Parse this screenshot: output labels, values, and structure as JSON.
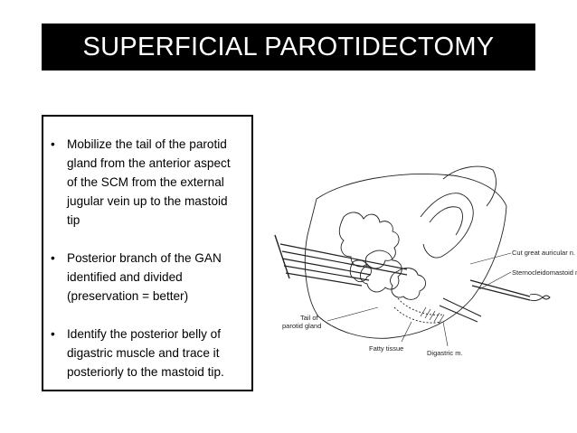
{
  "slide": {
    "title": "SUPERFICIAL PAROTIDECTOMY",
    "bullets": [
      "Mobilize the tail of the parotid gland from the anterior aspect of the SCM from the external jugular vein up to the mastoid tip",
      "Posterior branch of the GAN identified and divided (preservation = better)",
      "Identify the posterior belly of digastric muscle and trace it posteriorly to the mastoid tip."
    ],
    "bullet_glyph": "•"
  },
  "figure": {
    "labels": {
      "great_auricular": "Cut great auricular n.",
      "sternocleidomastoid": "Sternocleidomastoid m.",
      "tail_line1": "Tail of",
      "tail_line2": "parotid gland",
      "fatty_tissue": "Fatty tissue",
      "digastric": "Digastric m."
    }
  }
}
